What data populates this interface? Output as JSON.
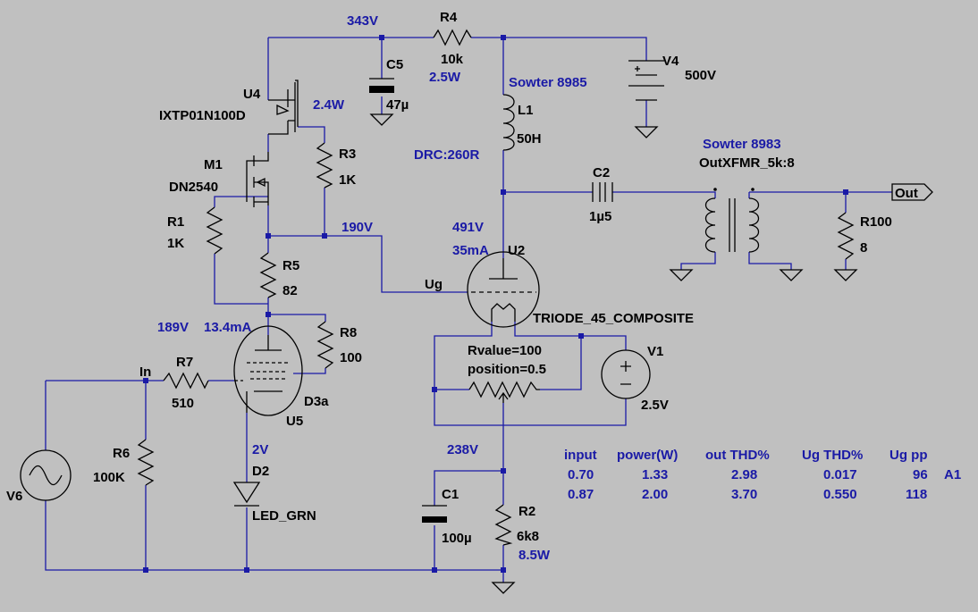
{
  "components": {
    "r4": {
      "ref": "R4",
      "value": "10k",
      "power": "2.5W"
    },
    "c5": {
      "ref": "C5",
      "value": "47µ"
    },
    "v4": {
      "ref": "V4",
      "value": "500V"
    },
    "u4": {
      "ref": "U4",
      "part": "IXTP01N100D",
      "power": "2.4W"
    },
    "m1": {
      "ref": "M1",
      "part": "DN2540"
    },
    "r3": {
      "ref": "R3",
      "value": "1K"
    },
    "r1": {
      "ref": "R1",
      "value": "1K"
    },
    "r5": {
      "ref": "R5",
      "value": "82"
    },
    "r8": {
      "ref": "R8",
      "value": "100"
    },
    "r7": {
      "ref": "R7",
      "value": "510"
    },
    "u5": {
      "ref": "U5",
      "part": "D3a"
    },
    "r6": {
      "ref": "R6",
      "value": "100K"
    },
    "v6": {
      "ref": "V6"
    },
    "d2": {
      "ref": "D2",
      "value": "2V",
      "part": "LED_GRN"
    },
    "l1": {
      "ref": "L1",
      "value": "50H",
      "part": "Sowter 8985",
      "dcr": "DRC:260R"
    },
    "c2": {
      "ref": "C2",
      "value": "1µ5"
    },
    "t1": {
      "part": "Sowter 8983",
      "model": "OutXFMR_5k:8"
    },
    "r100": {
      "ref": "R100",
      "value": "8"
    },
    "u2": {
      "ref": "U2",
      "part": "TRIODE_45_COMPOSITE"
    },
    "pot": {
      "rvalue": "Rvalue=100",
      "position": "position=0.5"
    },
    "v1": {
      "ref": "V1",
      "value": "2.5V"
    },
    "c1": {
      "ref": "C1",
      "value": "100µ"
    },
    "r2": {
      "ref": "R2",
      "value": "6k8",
      "power": "8.5W"
    }
  },
  "nets": {
    "v343": "343V",
    "v190": "190V",
    "v491": "491V",
    "i35": "35mA",
    "v189": "189V",
    "i134": "13.4mA",
    "v238": "238V",
    "in": "In",
    "out": "Out",
    "ug": "Ug"
  },
  "results": {
    "headers": [
      "input",
      "power(W)",
      "out THD%",
      "Ug THD%",
      "Ug pp"
    ],
    "rows": [
      [
        "0.70",
        "1.33",
        "2.98",
        "0.017",
        "96"
      ],
      [
        "0.87",
        "2.00",
        "3.70",
        "0.550",
        "118"
      ]
    ],
    "note": "A1"
  }
}
